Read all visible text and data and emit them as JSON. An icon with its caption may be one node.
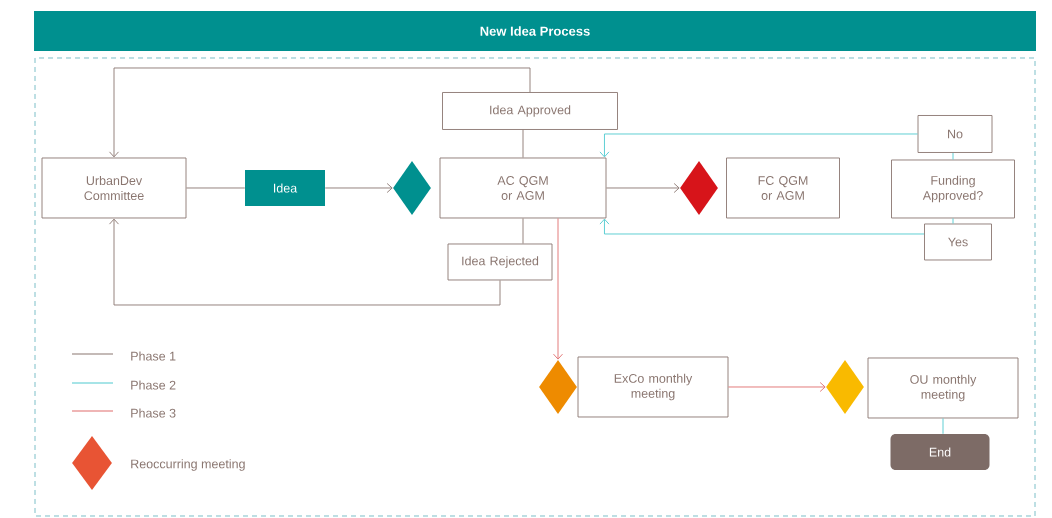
{
  "diagram": {
    "title": "New Idea Process",
    "nodes": [
      {
        "text": [
          "UrbanDev Committee"
        ]
      },
      {
        "text": [
          "Idea"
        ]
      },
      {
        "text": [],
        "shape": "diamond"
      },
      {
        "text": [
          "Idea Approved"
        ]
      },
      {
        "text": [
          "AC QGM or AGM"
        ]
      },
      {
        "text": [
          "Idea Rejected"
        ]
      },
      {
        "text": [],
        "shape": "diamond"
      },
      {
        "text": [
          "FC QGM or AGM"
        ]
      },
      {
        "text": [
          "No"
        ]
      },
      {
        "text": [
          "Funding Approved?"
        ]
      },
      {
        "text": [
          "Yes"
        ]
      },
      {
        "text": [],
        "shape": "diamond"
      },
      {
        "text": [
          "ExCo monthly meeting"
        ]
      },
      {
        "text": [],
        "shape": "diamond"
      },
      {
        "text": [
          "OU monthly meeting"
        ]
      },
      {
        "text": [
          "End"
        ]
      }
    ],
    "edges": [
      {
        "from": 0,
        "to": 1,
        "arrow": "none"
      },
      {
        "from": 1,
        "to": 2,
        "arrow": "to"
      },
      {
        "from": 4,
        "to": 3,
        "arrow": "none"
      },
      {
        "from": 3,
        "to": 0,
        "arrow": "to"
      },
      {
        "from": 4,
        "to": 5,
        "arrow": "none"
      },
      {
        "from": 5,
        "to": 0,
        "arrow": "to"
      },
      {
        "from": 4,
        "to": 6,
        "arrow": "to"
      },
      {
        "from": 9,
        "to": 8,
        "arrow": "none",
        "color": "#4ec9cf"
      },
      {
        "from": 8,
        "to": 4,
        "arrow": "to",
        "color": "#4ec9cf"
      },
      {
        "from": 9,
        "to": 10,
        "arrow": "none",
        "color": "#4ec9cf"
      },
      {
        "from": 10,
        "to": 4,
        "arrow": "to",
        "color": "#4ec9cf"
      },
      {
        "from": 4,
        "to": 11,
        "arrow": "to",
        "color": "#e06d6d"
      },
      {
        "from": 12,
        "to": 13,
        "arrow": "to",
        "color": "#e06d6d"
      },
      {
        "from": 14,
        "to": 15,
        "arrow": "none",
        "color": "#4ec9cf"
      }
    ],
    "legend": [
      {
        "text": "Phase 1"
      },
      {
        "text": "Phase 2"
      },
      {
        "text": "Phase 3"
      },
      {
        "text": "Reoccurring meeting"
      }
    ]
  }
}
